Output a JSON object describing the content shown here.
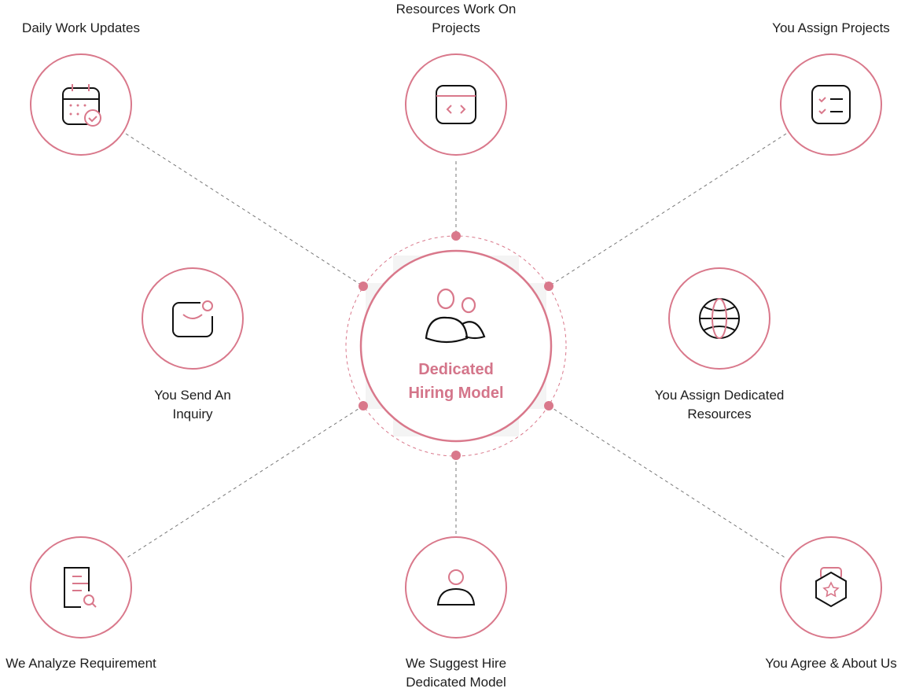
{
  "center": {
    "title_line1": "Dedicated",
    "title_line2": "Hiring Model",
    "icon": "users-icon"
  },
  "colors": {
    "accent": "#d9788b",
    "icon_dark": "#1a1a1a",
    "line": "#777777"
  },
  "nodes": [
    {
      "label_line1": "Daily Work Updates",
      "label_line2": "",
      "icon": "calendar-check-icon"
    },
    {
      "label_line1": "Resources Work On",
      "label_line2": "Projects",
      "icon": "code-window-icon"
    },
    {
      "label_line1": "You Assign Projects",
      "label_line2": "",
      "icon": "checklist-icon"
    },
    {
      "label_line1": "You Send An",
      "label_line2": "Inquiry",
      "icon": "mail-notification-icon"
    },
    {
      "label_line1": "You Assign Dedicated",
      "label_line2": "Resources",
      "icon": "globe-icon"
    },
    {
      "label_line1": "We Analyze Requirement",
      "label_line2": "",
      "icon": "document-search-icon"
    },
    {
      "label_line1": "We Suggest Hire",
      "label_line2": "Dedicated Model",
      "icon": "user-icon"
    },
    {
      "label_line1": "You Agree & About Us",
      "label_line2": "",
      "icon": "badge-star-icon"
    }
  ]
}
